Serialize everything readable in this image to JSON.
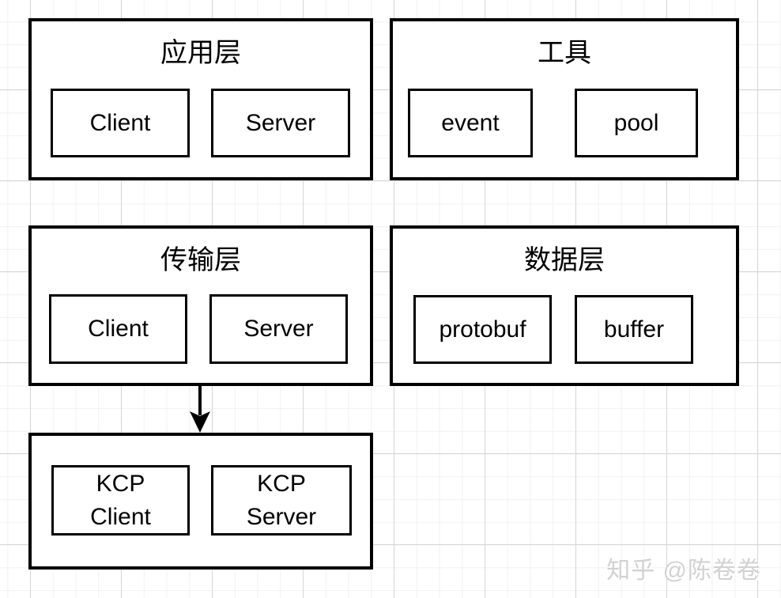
{
  "diagram": {
    "groups": [
      {
        "title": "应用层",
        "children": [
          {
            "label": "Client"
          },
          {
            "label": "Server"
          }
        ]
      },
      {
        "title": "工具",
        "children": [
          {
            "label": "event"
          },
          {
            "label": "pool"
          }
        ]
      },
      {
        "title": "传输层",
        "children": [
          {
            "label": "Client"
          },
          {
            "label": "Server"
          }
        ]
      },
      {
        "title": "数据层",
        "children": [
          {
            "label": "protobuf"
          },
          {
            "label": "buffer"
          }
        ]
      },
      {
        "title": "",
        "children": [
          {
            "label": "KCP\nClient"
          },
          {
            "label": "KCP\nServer"
          }
        ]
      }
    ],
    "connections": [
      {
        "from": "传输层",
        "to": "KCP",
        "direction": "down",
        "style": "solid-arrow"
      }
    ]
  },
  "watermark": {
    "text": "知乎 @陈卷卷"
  },
  "colors": {
    "stroke": "#000000",
    "box_fill": "#ffffff",
    "grid_minor": "#f3f1f1",
    "grid_major": "#d6d6d6",
    "watermark": "#d2d2d2"
  }
}
